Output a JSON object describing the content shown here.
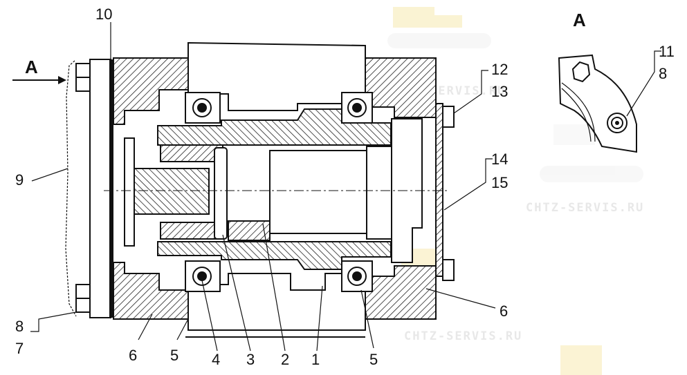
{
  "drawing": {
    "view_label": "A",
    "detail_label": "A",
    "watermark": "CHTZ-SERVIS.RU",
    "callouts": {
      "c1": "1",
      "c2": "2",
      "c3": "3",
      "c4": "4",
      "c5a": "5",
      "c5b": "5",
      "c6a": "6",
      "c6b": "6",
      "c7": "7",
      "c8a": "8",
      "c8b": "8",
      "c9": "9",
      "c10": "10",
      "c11": "11",
      "c12": "12",
      "c13": "13",
      "c14": "14",
      "c15": "15"
    }
  }
}
